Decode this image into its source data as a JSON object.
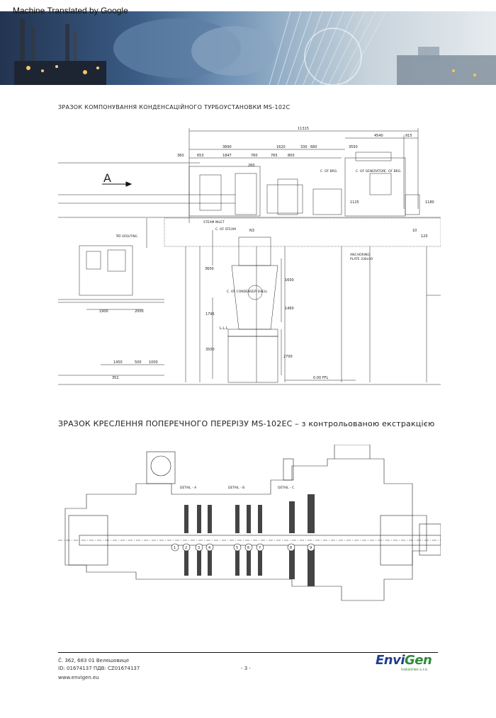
{
  "header": {
    "machine_translated_label": "Machine Translated by Google"
  },
  "section1": {
    "title": "ЗРАЗОК КОМПОНУВАННЯ КОНДЕНСАЦІЙНОГО ТУРБОУСТАНОВКИ MS-102C",
    "dims": {
      "d11315": "11315",
      "d4540": "4540",
      "d915": "915",
      "d3890": "3890",
      "d1620": "1620",
      "d330": "330",
      "d680": "680",
      "d3550": "3550",
      "d360": "360",
      "d653": "653",
      "d1847": "1847",
      "d760": "760",
      "d765": "765",
      "d800": "800",
      "d260": "260",
      "d3600": "3600",
      "d1900": "1900",
      "d2000": "2000",
      "d1450": "1450",
      "d500": "500",
      "d1000": "1000",
      "d352": "352",
      "d1600": "1600",
      "d1460": "1460",
      "d1795": "1795",
      "d3500": "3500",
      "d2700": "2700",
      "d1180": "1180",
      "d120": "120",
      "d10": "10",
      "d1125": "1125",
      "d50": "50"
    },
    "labels": {
      "arrow_a": "A",
      "steam_inlet": "STEAM INLET",
      "cl_steam": "C. OF STEAM",
      "cl_brg": "C. OF BRG.",
      "cl_generator": "C. OF GENERATOR",
      "cl_brg2": "C. OF BRG.",
      "n3": "N3",
      "anchoring": "ANCHORING",
      "plate": "PLATE 330x50",
      "condenser": "C. OF CONDENSER SHELL",
      "lll": "L.L.L",
      "ffl": "0.00  FFL",
      "grouting": "GROUTING"
    }
  },
  "section2": {
    "title": "ЗРАЗОК КРЕСЛЕННЯ ПОПЕРЕЧНОГО ПЕРЕРІЗУ MS-102EC – з контрольованою екстракцією",
    "stages": [
      "1",
      "2",
      "3",
      "4",
      "5",
      "6",
      "7",
      "8",
      "9"
    ],
    "details": [
      "DETAIL - A",
      "DETAIL - B",
      "DETAIL - C"
    ]
  },
  "footer": {
    "address": "Č. 362, 683 01 Велешовице",
    "ids": "ID: 01674137 ПДВ: CZ01674137",
    "web": "www.envigen.eu",
    "page": "- 3 -",
    "logo_env": "Envi",
    "logo_gen": "Gen",
    "logo_sub": "Industries s.r.o."
  },
  "colors": {
    "logo_blue": "#1f3f8f",
    "logo_green": "#2e8b3a",
    "banner_dark": "#223450",
    "banner_light": "#e6ebee"
  }
}
